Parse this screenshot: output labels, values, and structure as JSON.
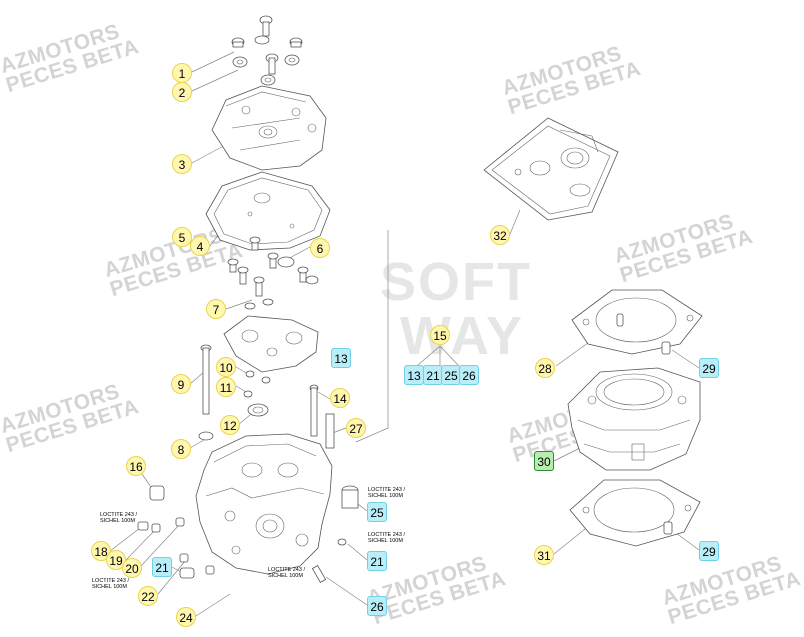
{
  "watermarks": [
    {
      "line1": "AZMOTORS",
      "line2": "PECES BETA"
    },
    {
      "line1": "AZMOTORS",
      "line2": "PECES BETA"
    },
    {
      "line1": "AZMOTORS",
      "line2": "PECES BETA"
    },
    {
      "line1": "AZMOTORS",
      "line2": "PECES BETA"
    },
    {
      "line1": "AZMOTORS",
      "line2": "PECES BETA"
    },
    {
      "line1": "AZMOTORS",
      "line2": "PECES BETA"
    },
    {
      "line1": "AZMOTORS",
      "line2": "PECES BETA"
    },
    {
      "line1": "AZMOTORS",
      "line2": "PECES BETA"
    }
  ],
  "center_watermark": {
    "line1": "SOFT",
    "line2": "WAY"
  },
  "callouts": {
    "c1": "1",
    "c2": "2",
    "c3": "3",
    "c5": "5",
    "c4": "4",
    "c6": "6",
    "c7": "7",
    "c15": "15",
    "c13a": "13",
    "c13b": "13",
    "c21a": "21",
    "c25a": "25",
    "c26a": "26",
    "c9": "9",
    "c10": "10",
    "c11": "11",
    "c12": "12",
    "c14": "14",
    "c27": "27",
    "c8": "8",
    "c16": "16",
    "c25b": "25",
    "c21b": "21",
    "c18": "18",
    "c19": "19",
    "c20": "20",
    "c21c": "21",
    "c22": "22",
    "c24": "24",
    "c26b": "26",
    "c32": "32",
    "c28": "28",
    "c29a": "29",
    "c30": "30",
    "c31": "31",
    "c29b": "29"
  },
  "notes": {
    "loctite_a": "LOCTITE 243 /\nSICHEL 100M",
    "loctite_b": "LOCTITE 243 /\nSICHEL 100M",
    "loctite_c": "LOCTITE 243 /\nSICHEL 100M",
    "loctite_d": "LOCTITE 243 /\nSICHEL 100M",
    "loctite_e": "LOCTITE 243 /\nSICHEL 100M"
  },
  "colors": {
    "yellow_callout": "#fff7b0",
    "blue_callout": "#b9eef8",
    "green_callout": "#b8ecb0",
    "watermark": "#d4d4d4"
  }
}
